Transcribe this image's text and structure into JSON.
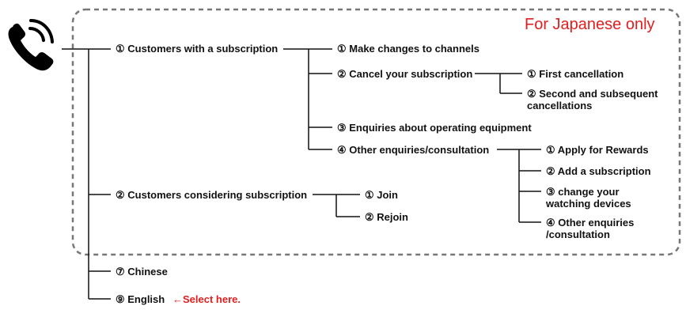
{
  "notice": "For Japanese only",
  "icon": "phone-icon",
  "menu": {
    "n1": "① Customers with a subscription",
    "n1_1": "① Make changes to channels",
    "n1_2": "② Cancel your subscription",
    "n1_2_1": "① First cancellation",
    "n1_2_2": "② Second and subsequent cancellations",
    "n1_3": "③ Enquiries about operating equipment",
    "n1_4": "④ Other enquiries/consultation",
    "n1_4_1": "① Apply for Rewards",
    "n1_4_2": "② Add a subscription",
    "n1_4_3": "③ change your watching devices",
    "n1_4_4": "④ Other enquiries /consultation",
    "n2": "② Customers considering subscription",
    "n2_1": "① Join",
    "n2_2": "② Rejoin",
    "n7": "⑦ Chinese",
    "n9": "⑨ English"
  },
  "select_hint": "←Select here.",
  "colors": {
    "accent": "#e02020",
    "line": "#111111",
    "dashed_box": "#777777"
  }
}
